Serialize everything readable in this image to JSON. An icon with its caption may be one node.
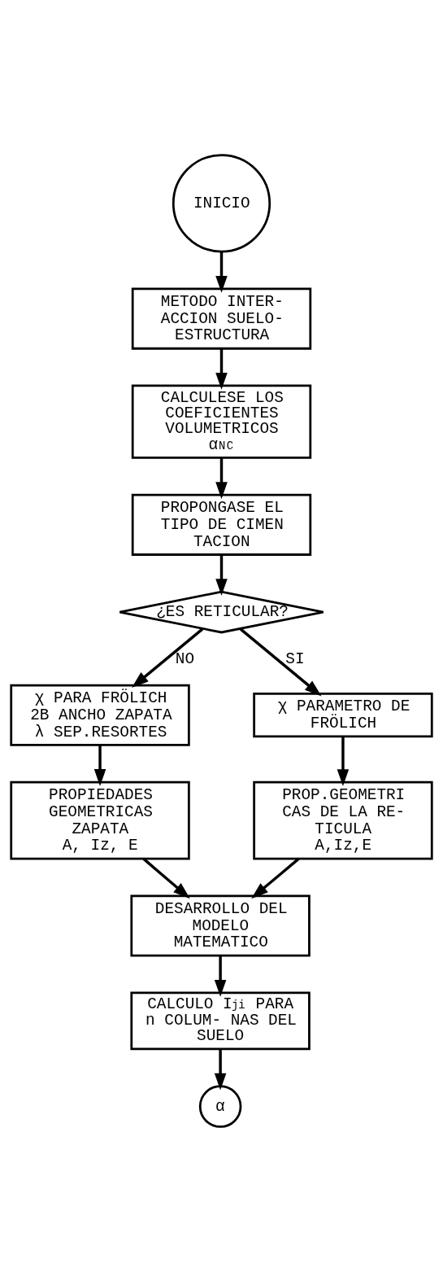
{
  "diagram": {
    "nodes": [
      {
        "text": [
          "INICIO"
        ]
      },
      {
        "text": [
          "METODO INTER- ACCION SUELO- ESTRUCTURA"
        ]
      },
      {
        "text": [
          "CALCULESE LOS COEFICIENTES VOLUMETRICOS",
          "α$^{N}$$_{C}$"
        ]
      },
      {
        "text": [
          "PROPONGASE EL TIPO DE CIMEN TACION"
        ]
      },
      {
        "text": [
          "¿ES RETICULAR?"
        ]
      },
      {
        "text": [
          "χ PARA FRÖLICH",
          "2B ANCHO ZAPATA",
          "λ SEP.RESORTES"
        ]
      },
      {
        "text": [
          "χ PARAMETRO DE FRÖLICH"
        ]
      },
      {
        "text": [
          "PROPIEDADES GEOMETRICAS ZAPATA",
          "A, Iz, E"
        ]
      },
      {
        "text": [
          "PROP.GEOMETRI CAS DE LA RE- TICULA",
          "A,Iz,E"
        ]
      },
      {
        "text": [
          "DESARROLLO DEL MODELO MATEMATICO"
        ]
      },
      {
        "text": [
          "CALCULO I$_{ji}$ PARA n COLUM- NAS DEL SUELO"
        ]
      },
      {
        "text": [
          "α"
        ]
      }
    ],
    "edges": [
      {
        "from": 0,
        "to": 1,
        "arrow": "to"
      },
      {
        "from": 1,
        "to": 2,
        "arrow": "to"
      },
      {
        "from": 2,
        "to": 3,
        "arrow": "to"
      },
      {
        "from": 3,
        "to": 4,
        "arrow": "to"
      },
      {
        "from": 4,
        "to": 5,
        "arrow": "to",
        "label": "NO"
      },
      {
        "from": 4,
        "to": 6,
        "arrow": "to",
        "label": "SI"
      },
      {
        "from": 5,
        "to": 7,
        "arrow": "to"
      },
      {
        "from": 6,
        "to": 8,
        "arrow": "to"
      },
      {
        "from": 7,
        "to": 9,
        "arrow": "to"
      },
      {
        "from": 8,
        "to": 9,
        "arrow": "to"
      },
      {
        "from": 9,
        "to": 10,
        "arrow": "to"
      },
      {
        "from": 10,
        "to": 11,
        "arrow": "to"
      }
    ]
  }
}
